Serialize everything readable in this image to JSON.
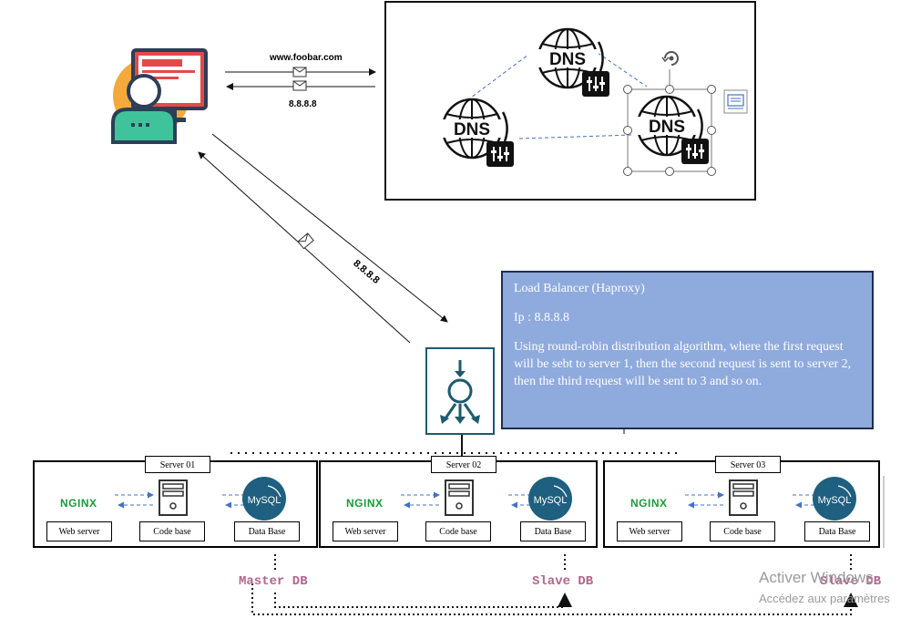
{
  "client": {
    "request_domain": "www.foobar.com",
    "response_ip": "8.8.8.8",
    "lb_ip_label": "8.8.8.8"
  },
  "dns": {
    "node_label": "DNS"
  },
  "load_balancer": {
    "title": "Load Balancer (Haproxy)",
    "ip": "Ip : 8.8.8.8",
    "description": "Using round-robin distribution algorithm, where the first request will be sebt to server  1, then the second request is sent to server 2, then the third request will be sent to 3 and so on."
  },
  "servers": [
    {
      "title": "Server  01",
      "nginx": "NGINX",
      "mysql": "MySQL",
      "web_server": "Web server",
      "code_base": "Code base",
      "data_base": "Data Base"
    },
    {
      "title": "Server  02",
      "nginx": "NGINX",
      "mysql": "MySQL",
      "web_server": "Web server",
      "code_base": "Code base",
      "data_base": "Data Base"
    },
    {
      "title": "Server  03",
      "nginx": "NGINX",
      "mysql": "MySQL",
      "web_server": "Web server",
      "code_base": "Code base",
      "data_base": "Data Base"
    }
  ],
  "db_roles": {
    "master": "Master DB",
    "slave_2": "Slave DB",
    "slave_3": "Slave DB"
  },
  "watermark": {
    "line1": "Activer Windows",
    "line2": "Accédez aux paramètres"
  },
  "colors": {
    "accent_blue": "#4472c4",
    "nginx_green": "#1a9b3a",
    "mysql_blue": "#1f5f7f",
    "db_role_pink": "#b0658e",
    "note_bg": "#8faadc",
    "lb_icon": "#1d5a6e"
  }
}
